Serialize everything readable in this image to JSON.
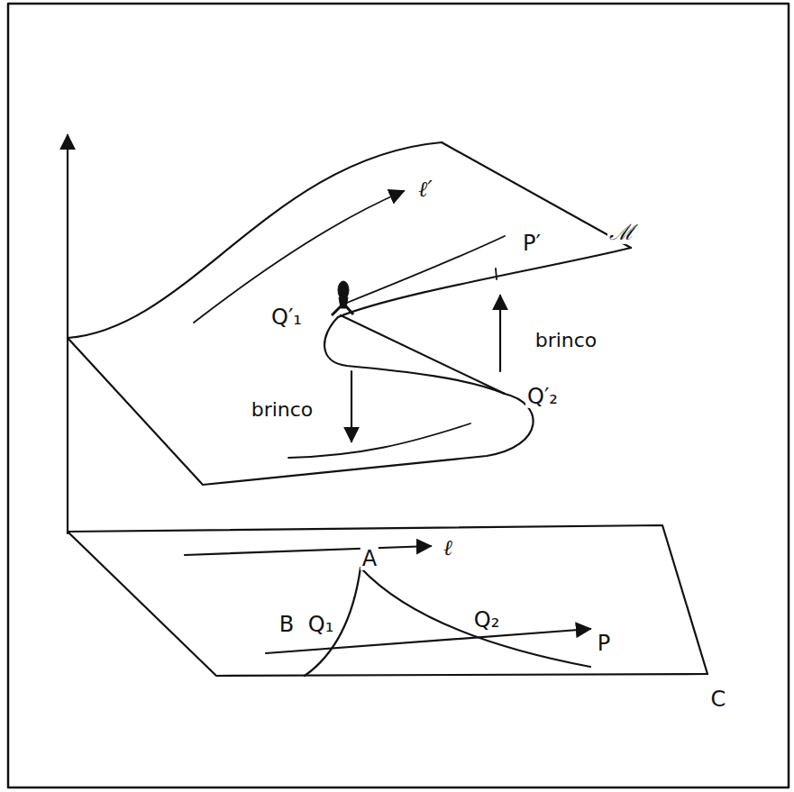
{
  "diagram": {
    "labels": [
      "ℓ′",
      "P′",
      "ℳ",
      "Q′₁",
      "brinco",
      "brinco",
      "Q′₂",
      "A",
      "ℓ",
      "B",
      "Q₁",
      "Q₂",
      "P",
      "C"
    ]
  }
}
